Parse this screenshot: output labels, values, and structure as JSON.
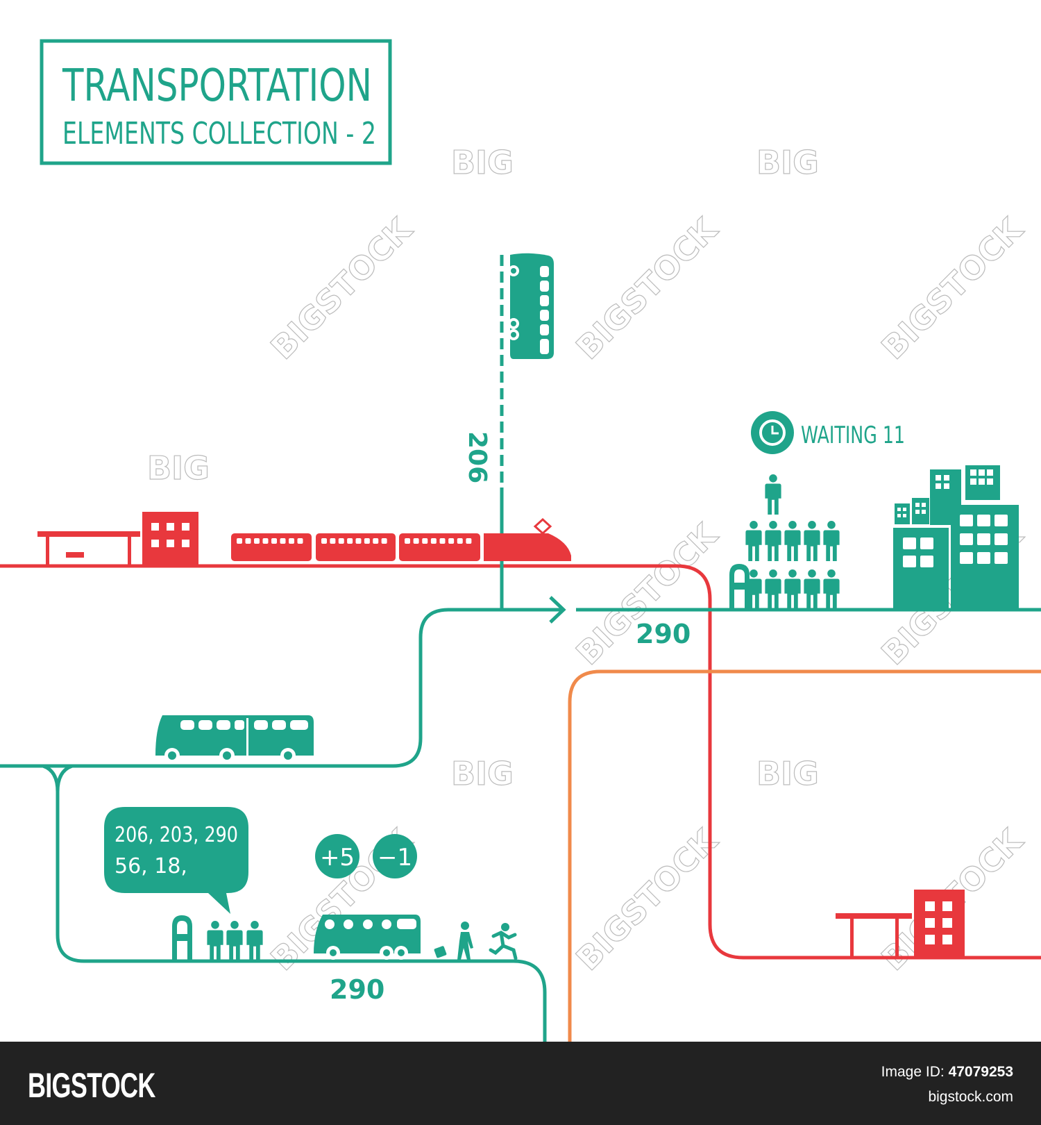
{
  "title": {
    "line1": "TRANSPORTATION",
    "line2": "ELEMENTS COLLECTION - 2"
  },
  "labels": {
    "vertical_route": "206",
    "route_top": "290",
    "route_bottom": "290",
    "waiting": "WAITING 11",
    "routes_bubble_line1": "206, 203, 290",
    "routes_bubble_line2": "56, 18,",
    "plus_badge": "+5",
    "minus_badge": "−1"
  },
  "colors": {
    "teal": "#1fa48a",
    "red": "#e8383d",
    "orange": "#f08a4b",
    "footer": "#222222"
  },
  "watermark": {
    "big": "BIG",
    "bigstock": "BIGSTOCK"
  },
  "footer": {
    "logo": "BIGSTOCK",
    "image_id_label": "Image ID:",
    "image_id": "47079253",
    "site": "bigstock.com"
  }
}
